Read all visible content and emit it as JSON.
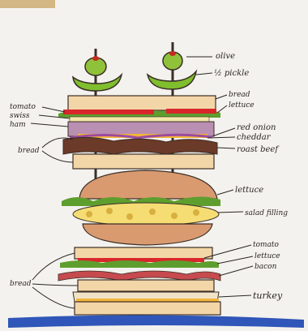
{
  "labels": {
    "olive": "olive",
    "pickle": "½ pickle",
    "bread_top_right": "bread",
    "lettuce_top_right": "lettuce",
    "tomato_left": "tomato",
    "swiss_left": "swiss",
    "ham_left": "ham",
    "bread_left": "bread",
    "red_onion": "red onion",
    "cheddar": "cheddar",
    "roast_beef": "roast beef",
    "lettuce_mid": "lettuce",
    "salad_filling": "salad filling",
    "tomato_low": "tomato",
    "lettuce_low": "lettuce",
    "bacon": "bacon",
    "bread_low_left": "bread",
    "turkey": "turkey"
  },
  "colors": {
    "bread": "#f3d6a8",
    "bread_crust": "#c98a4a",
    "lettuce": "#5e9e2e",
    "tomato": "#d8262b",
    "swiss": "#f3e8a8",
    "ham": "#b98fb2",
    "roast_beef": "#6b3a28",
    "cheddar": "#f2b43a",
    "red_onion": "#9b4aa0",
    "bun": "#d99a70",
    "salad_filling": "#f5dd74",
    "bacon": "#c64a4e",
    "turkey": "#f0e3c7",
    "olive": "#8fc23a",
    "pickle": "#7fbe2d",
    "pimento": "#c42a20",
    "ink": "#2a2622",
    "plate": "#2f56b8"
  }
}
